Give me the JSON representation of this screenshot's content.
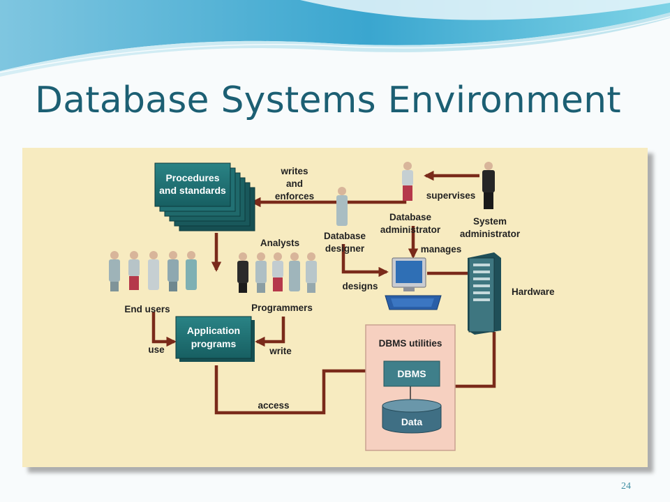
{
  "slide": {
    "title": "Database Systems Environment",
    "page_number": "24"
  },
  "colors": {
    "title": "#1c5f73",
    "panel_background": "#f7ebc0",
    "arrow": "#7a2a1a",
    "teal_box": "#1e6e70",
    "dbms_box": "#3f7f8a",
    "dbms_utilities_background": "#f6d0c0"
  },
  "diagram": {
    "boxes": {
      "procedures_line1": "Procedures",
      "procedures_line2": "and standards",
      "application_line1": "Application",
      "application_line2": "programs",
      "dbms_utilities": "DBMS utilities",
      "dbms": "DBMS",
      "data": "Data"
    },
    "actors": {
      "end_users": "End users",
      "analysts": "Analysts",
      "programmers": "Programmers",
      "designer_line1": "Database",
      "designer_line2": "designer",
      "dba_line1": "Database",
      "dba_line2": "administrator",
      "sysadmin_line1": "System",
      "sysadmin_line2": "administrator",
      "hardware": "Hardware"
    },
    "relations": {
      "writes": "writes",
      "and": "and",
      "enforces": "enforces",
      "supervises": "supervises",
      "manages": "manages",
      "designs": "designs",
      "use": "use",
      "write": "write",
      "access": "access"
    }
  }
}
